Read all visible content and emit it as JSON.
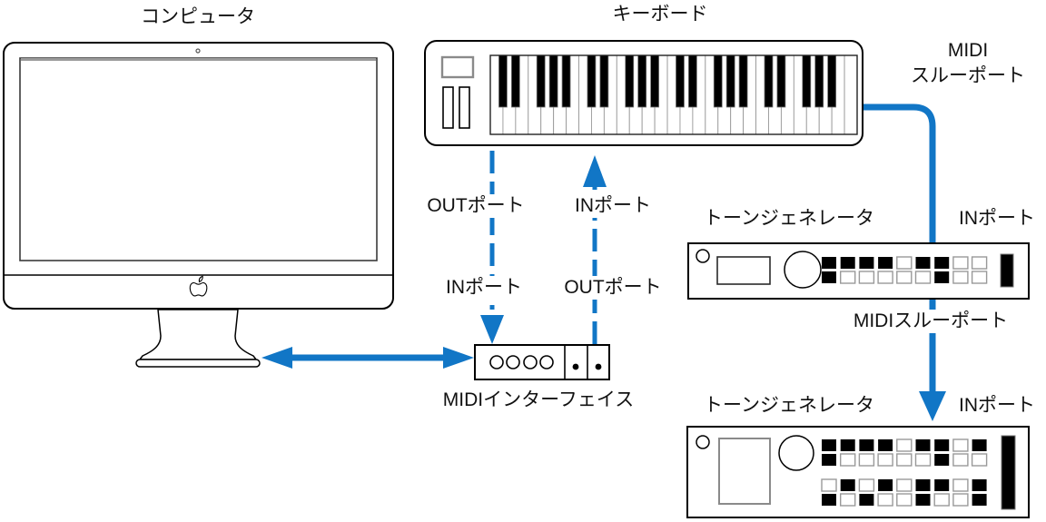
{
  "colors": {
    "connection_blue": "#1176C6",
    "device_outline": "#000000"
  },
  "diagram": {
    "computer": {
      "label": "コンピュータ"
    },
    "keyboard": {
      "label": "キーボード"
    },
    "keyboard_thru": {
      "line1": "MIDI",
      "line2": "スルーポート"
    },
    "ports": {
      "keyboard_out": "OUTポート",
      "keyboard_in": "INポート",
      "interface_in": "INポート",
      "interface_out": "OUTポート"
    },
    "midi_interface": {
      "label": "MIDIインターフェイス"
    },
    "tone_generator_1": {
      "label": "トーンジェネレータ",
      "in_port": "INポート",
      "button_rows": [
        "111101100",
        "100000100"
      ]
    },
    "thru_connection": {
      "label": "MIDIスルーポート"
    },
    "tone_generator_2": {
      "label": "トーンジェネレータ",
      "in_port": "INポート",
      "button_rows": [
        "111101101",
        "100000100",
        "010101101",
        "101001001"
      ]
    }
  }
}
